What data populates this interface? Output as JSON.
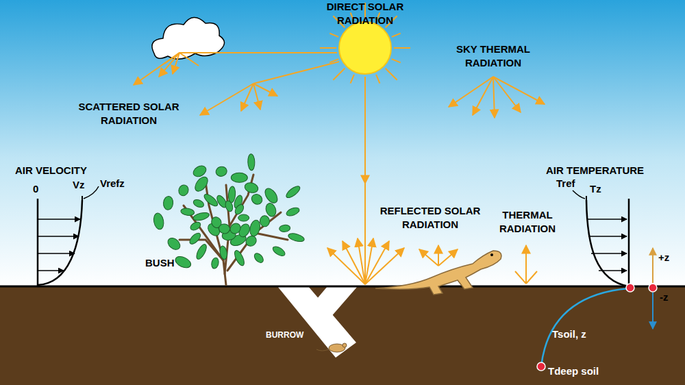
{
  "diagram": {
    "labels": [
      "DIRECT SOLAR RADIATION",
      "SKY THERMAL RADIATION",
      "SCATTERED SOLAR RADIATION",
      "AIR VELOCITY",
      "0",
      "Vz",
      "Vrefz",
      "AIR TEMPERATURE",
      "Tref",
      "Tz",
      "REFLECTED SOLAR RADIATION",
      "THERMAL RADIATION",
      "+z",
      "BUSH",
      "-z",
      "BURROW",
      "Tsoil, z",
      "Tdeep soil"
    ]
  }
}
